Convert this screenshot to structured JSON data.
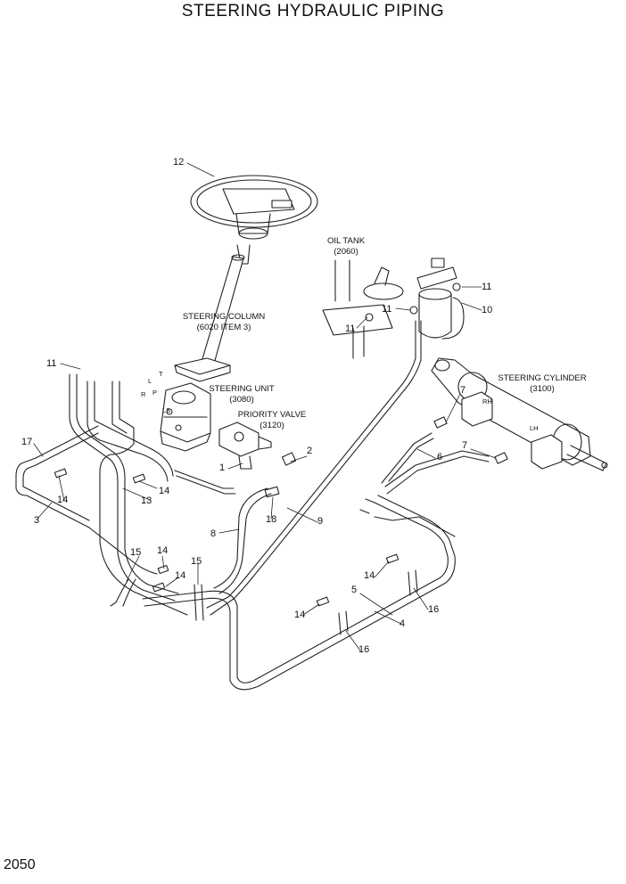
{
  "title": "STEERING HYDRAULIC PIPING",
  "page_number": "2050",
  "callouts": {
    "c1": "1",
    "c2": "2",
    "c3": "3",
    "c4": "4",
    "c5": "5",
    "c6": "6",
    "c7a": "7",
    "c7b": "7",
    "c8": "8",
    "c9": "9",
    "c10": "10",
    "c11a": "11",
    "c11b": "11",
    "c11c": "11",
    "c11d": "11",
    "c12": "12",
    "c13": "13",
    "c14a": "14",
    "c14b": "14",
    "c14c": "14",
    "c14d": "14",
    "c14e": "14",
    "c14f": "14",
    "c15a": "15",
    "c15b": "15",
    "c16a": "16",
    "c16b": "16",
    "c17": "17",
    "c18": "18"
  },
  "notes": {
    "oil_tank_name": "OIL TANK",
    "oil_tank_ref": "(2060)",
    "steering_column_name": "STEERING COLUMN",
    "steering_column_ref": "(6020 ITEM 3)",
    "steering_unit_name": "STEERING UNIT",
    "steering_unit_ref": "(3080)",
    "priority_valve_name": "PRIORITY VALVE",
    "priority_valve_ref": "(3120)",
    "steering_cylinder_name": "STEERING CYLINDER",
    "steering_cylinder_ref": "(3100)"
  },
  "ports": {
    "t": "T",
    "l": "L",
    "r": "R",
    "p": "P",
    "ls": "LS",
    "rh": "RH",
    "lh": "LH"
  }
}
